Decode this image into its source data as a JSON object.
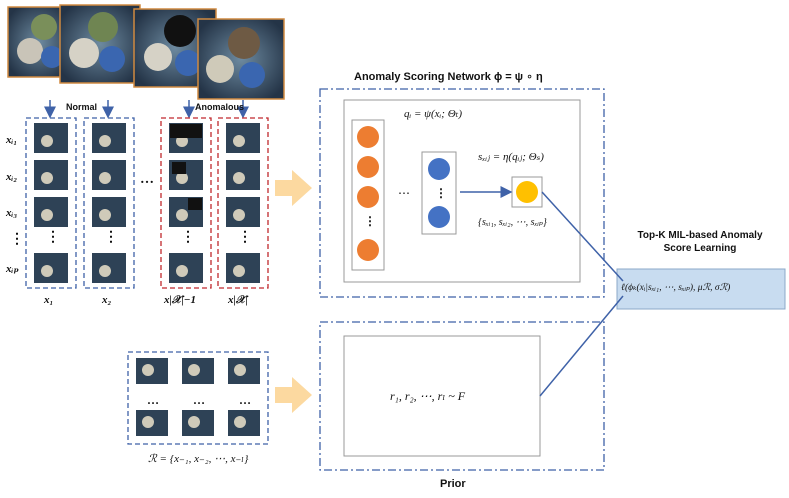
{
  "labels": {
    "normal": "Normal",
    "anomalous": "Anomalous",
    "scoring_network_title": "Anomaly Scoring Network ϕ = ψ ∘ η",
    "q_formula": "qᵢ = ψ(xᵢ; Θₜ)",
    "s_formula": "sₓᵢⱼ = η(qᵢⱼ; Θₛ)",
    "s_set": "{sₓᵢ₁, sₓᵢ₂, ⋯, sₓᵢₚ}",
    "topk_line1": "Top-K MIL-based Anomaly",
    "topk_line2": "Score Learning",
    "loss_formula": "ℓ(ϕₖ(xᵢ|sₓᵢ₁, ⋯, sₓᵢₚ), μℛ, σℛ)",
    "prior_formula": "r₁, r₂, ⋯, rₗ ~ F",
    "prior_title": "Prior",
    "reference_set": "ℛ = {x₋₁, x₋₂, ⋯, x₋ₗ}",
    "instance_labels": [
      "xᵢ₁",
      "xᵢ₂",
      "xᵢ₃",
      "⋮",
      "xᵢₚ"
    ],
    "bag_labels": [
      "x₁",
      "x₂",
      "x|𝒳|−1",
      "x|𝒳|"
    ],
    "ellipsis_h": "⋯",
    "ellipsis_v": "⋮",
    "dots": "…"
  },
  "colors": {
    "blue_dash": "#3f62a8",
    "red_dash": "#c0282d",
    "orange_node": "#ed7d31",
    "blue_node": "#4472c4",
    "yellow_node": "#ffc000",
    "arrow_fill": "#fcd9a0",
    "loss_box": "#c8dcf0",
    "photo_border": "#d08a40"
  }
}
